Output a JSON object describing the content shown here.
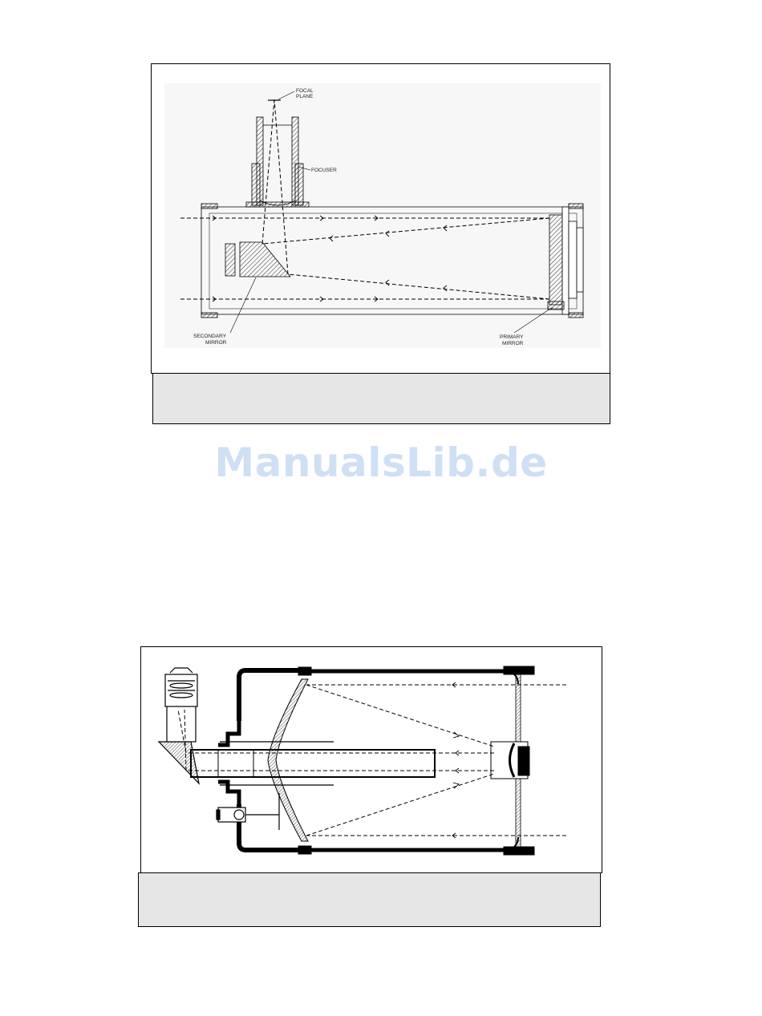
{
  "figure_1": {
    "labels": {
      "focal_plane": [
        "FOCAL",
        "PLANE"
      ],
      "focuser": "FOCUSER",
      "secondary_mirror": [
        "SECONDARY",
        "MIRROR"
      ],
      "primary_mirror": [
        "PRIMARY",
        "MIRROR"
      ]
    },
    "caption": ""
  },
  "figure_2": {
    "caption": ""
  },
  "watermark": {
    "text": "ManualsLib.de"
  },
  "colors": {
    "caption_bg": "#e6e6e6",
    "watermark": "#cfe0f5",
    "line": "#000000"
  }
}
